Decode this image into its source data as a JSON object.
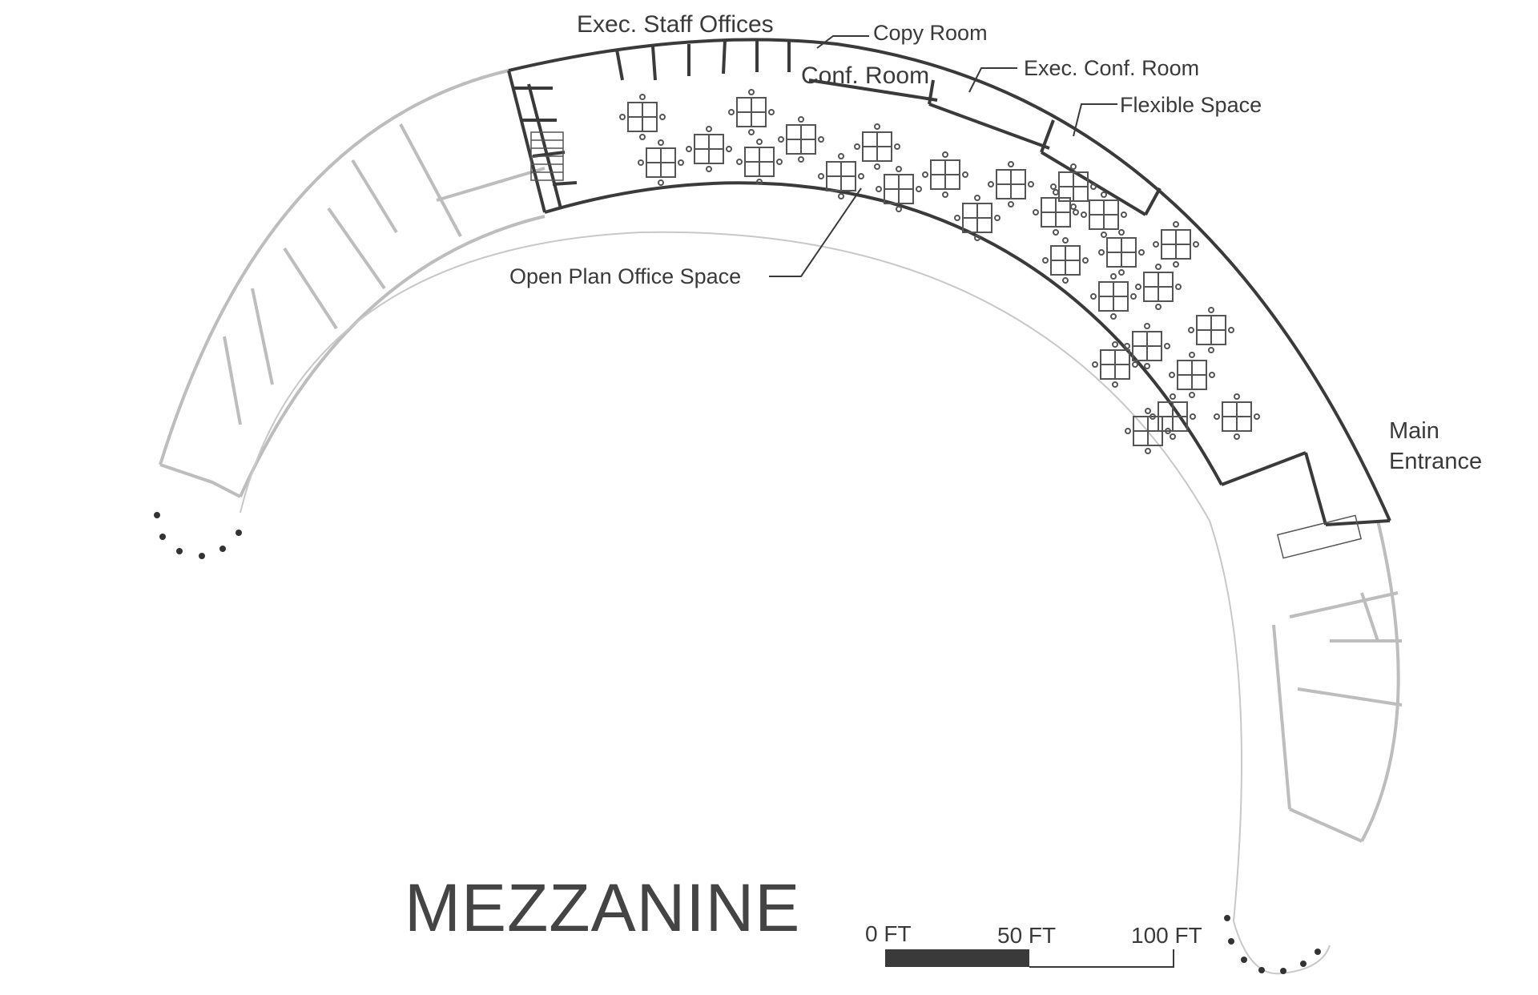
{
  "title": "MEZZANINE",
  "labels": {
    "exec_staff_offices": "Exec. Staff Offices",
    "copy_room": "Copy Room",
    "conf_room": "Conf. Room",
    "exec_conf_room": "Exec. Conf. Room",
    "flexible_space": "Flexible Space",
    "open_plan": "Open Plan Office Space",
    "main_entrance_1": "Main",
    "main_entrance_2": "Entrance"
  },
  "scale_bar": {
    "tick_0": "0 FT",
    "tick_50": "50 FT",
    "tick_100": "100 FT"
  },
  "colors": {
    "active_wall": "#3a3a3a",
    "inactive_wall": "#bdbdbd",
    "text": "#3a3a3a"
  }
}
